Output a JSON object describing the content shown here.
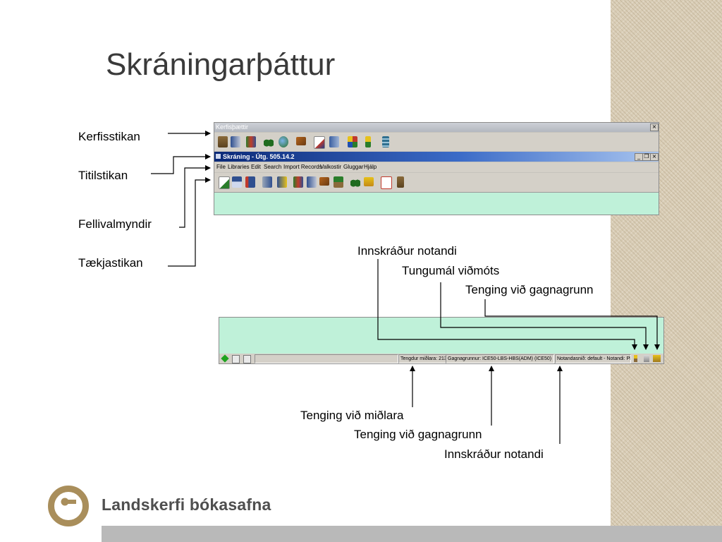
{
  "slide": {
    "title": "Skráningarþáttur",
    "labels": {
      "kerfisstikan": "Kerfisstikan",
      "titilstikan": "Titilstikan",
      "fellivalmyndir": "Fellivalmyndir",
      "taekjastikan": "Tækjastikan",
      "innskradur_top": "Innskráður notandi",
      "tungumal": "Tungumál viðmóts",
      "tenging_gagnagrunn_top": "Tenging við gagnagrunn",
      "tenging_midlara": "Tenging við miðlara",
      "tenging_gagnagrunn_bottom": "Tenging við gagnagrunn",
      "innskradur_bottom": "Innskráður notandi"
    },
    "logo_text": "Landskerfi bókasafna"
  },
  "app": {
    "system_bar_title": "Kerfisþættir",
    "window_title": "Skráning - Útg. 505.14.2",
    "menu": [
      "File",
      "Libraries",
      "Edit",
      "Search",
      "Import Records",
      "Valkostir",
      "Gluggar",
      "Hjálp"
    ],
    "close_symbol": "×",
    "minimize_symbol": "_",
    "restore_symbol": "❐",
    "status": {
      "server": "Tengdur miðlara: 213",
      "database": "Gagnagrunnur: ICE50-LBS-HBS(ADM) (ICE50)",
      "user": "Notandasnið: default - Notandi: Pl"
    }
  },
  "colors": {
    "accent_gold": "#a98e5b",
    "work_area_green": "#bff1d9",
    "title_blue": "#0b2a78"
  },
  "icons": {
    "system_toolbar": [
      "door-icon",
      "book-icon",
      "books-icon",
      "binoculars-icon",
      "globe-icon",
      "stamp-icon",
      "pen-icon",
      "copy-icon",
      "chart-icon",
      "tool-icon",
      "stack-icon"
    ],
    "app_toolbar": [
      "new-record-icon",
      "save-icon",
      "save-as-icon",
      "import-icon",
      "export-icon",
      "books-icon",
      "book-icon",
      "stamp-icon",
      "authority-icon",
      "binoculars-icon",
      "folder-icon",
      "check-icon",
      "door-icon"
    ]
  }
}
